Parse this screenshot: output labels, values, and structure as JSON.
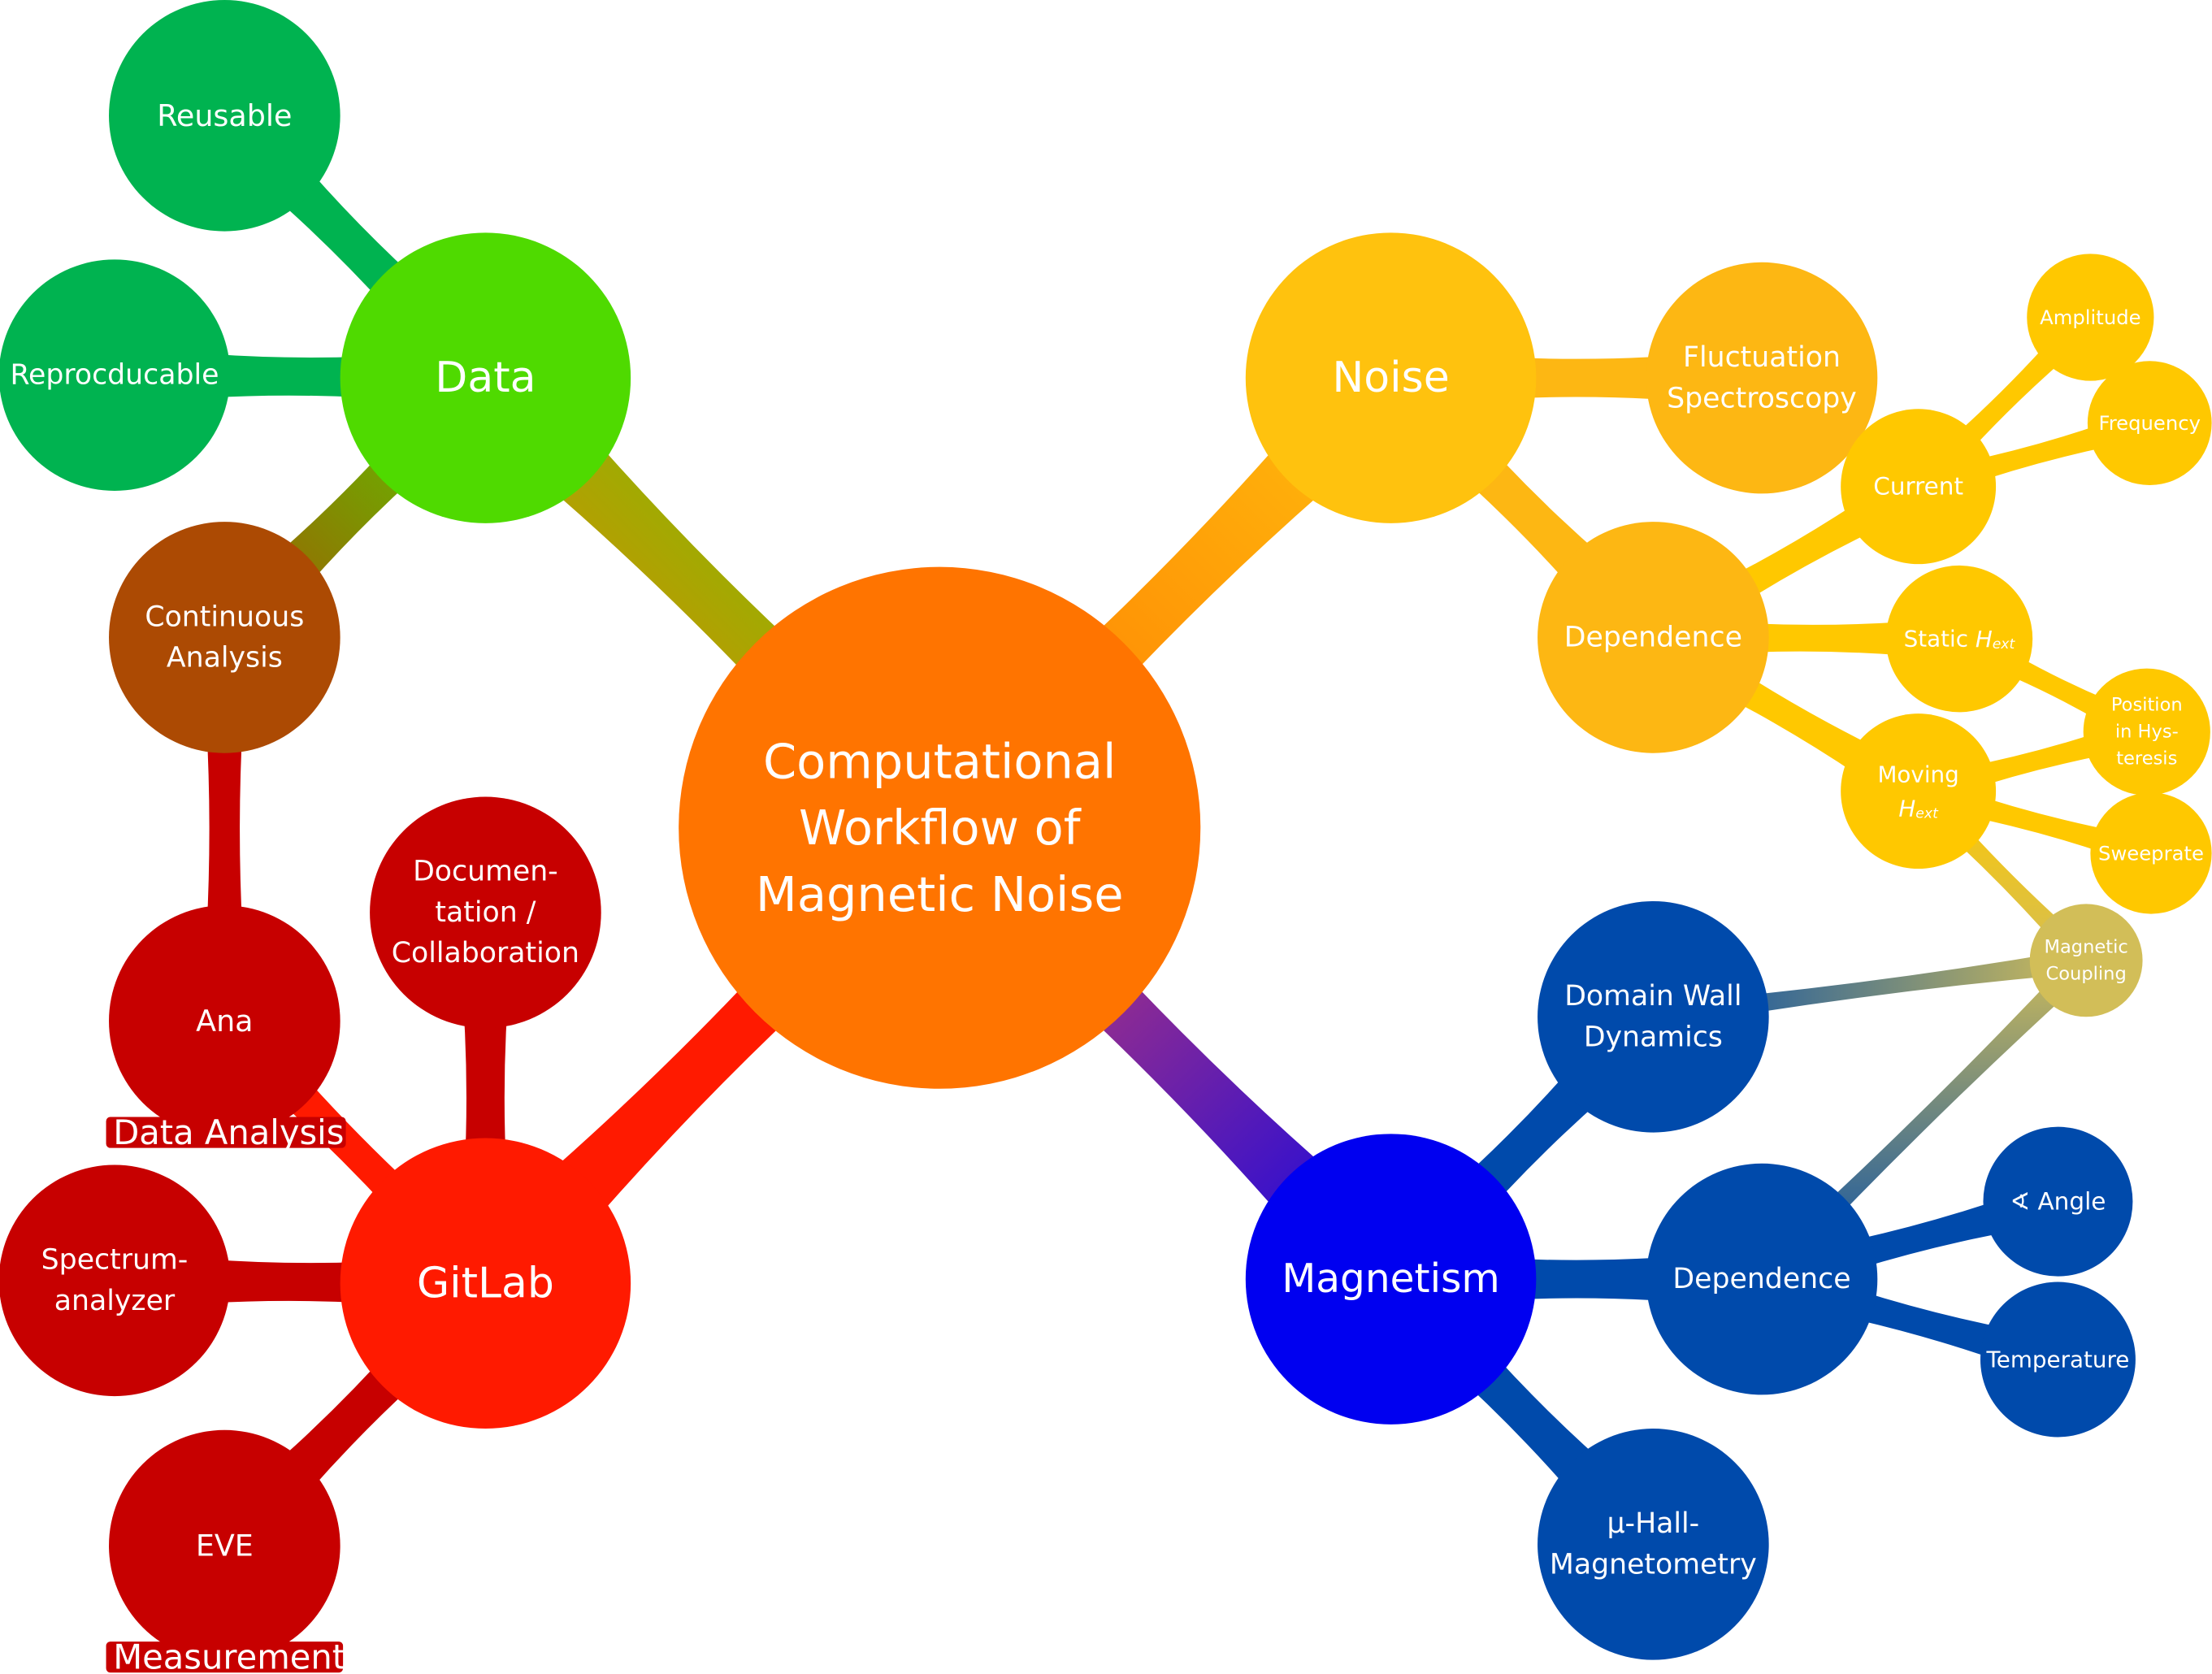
{
  "title": "Computational Workflow of Magnetic Noise",
  "nodes": {
    "root": {
      "lines": [
        "Computational",
        "Workflow of",
        "Magnetic Noise"
      ],
      "color": "#FF7400"
    },
    "data": {
      "lines": [
        "Data"
      ],
      "color": "#4FDA00"
    },
    "reusable": {
      "lines": [
        "Reusable"
      ],
      "color": "#00B350"
    },
    "reproducible": {
      "lines": [
        "Reprocducable"
      ],
      "color": "#00B350"
    },
    "continuous": {
      "lines": [
        "Continuous",
        "Analysis"
      ],
      "color": "#AC4A03"
    },
    "ana": {
      "lines": [
        "Ana"
      ],
      "color": "#C70000"
    },
    "ana_tag": {
      "text": "Data Analysis",
      "color": "#C70000"
    },
    "gitlab": {
      "lines": [
        "GitLab"
      ],
      "color": "#FF1A00"
    },
    "docs": {
      "lines": [
        "Documen-",
        "tation /",
        "Collaboration"
      ],
      "color": "#C70000"
    },
    "spectrum": {
      "lines": [
        "Spectrum-",
        "analyzer"
      ],
      "color": "#C70000"
    },
    "eve": {
      "lines": [
        "EVE"
      ],
      "color": "#C70000"
    },
    "eve_tag": {
      "text": "Measurement Program",
      "color": "#C70000"
    },
    "noise": {
      "lines": [
        "Noise"
      ],
      "color": "#FFC20E"
    },
    "fluctuation": {
      "lines": [
        "Fluctuation",
        "Spectroscopy"
      ],
      "color": "#FDB713"
    },
    "noise_dep": {
      "lines": [
        "Dependence"
      ],
      "color": "#FDB713"
    },
    "current": {
      "lines": [
        "Current"
      ],
      "color": "#FFC800"
    },
    "amplitude": {
      "lines": [
        "Amplitude"
      ],
      "color": "#FFC800"
    },
    "frequency": {
      "lines": [
        "Frequency"
      ],
      "color": "#FFC800"
    },
    "static": {
      "lines": [
        "Static H_ext"
      ],
      "color": "#FFC800"
    },
    "position": {
      "lines": [
        "Position",
        "in Hys-",
        "teresis"
      ],
      "color": "#FFC800"
    },
    "moving": {
      "lines": [
        "Moving",
        "H_ext"
      ],
      "color": "#FFC800"
    },
    "sweeprate": {
      "lines": [
        "Sweeprate"
      ],
      "color": "#FFC800"
    },
    "coupling": {
      "lines": [
        "Magnetic",
        "Coupling"
      ],
      "color": "#D2BE58"
    },
    "magnetism": {
      "lines": [
        "Magnetism"
      ],
      "color": "#0000F0"
    },
    "domain": {
      "lines": [
        "Domain Wall",
        "Dynamics"
      ],
      "color": "#004AAB"
    },
    "mag_dep": {
      "lines": [
        "Dependence"
      ],
      "color": "#004AAB"
    },
    "angle": {
      "lines": [
        "∢ Angle"
      ],
      "color": "#004AAB"
    },
    "temperature": {
      "lines": [
        "Temperature"
      ],
      "color": "#004AAB"
    },
    "hall": {
      "lines": [
        "μ-Hall-",
        "Magnetometry"
      ],
      "color": "#004AAB"
    }
  }
}
